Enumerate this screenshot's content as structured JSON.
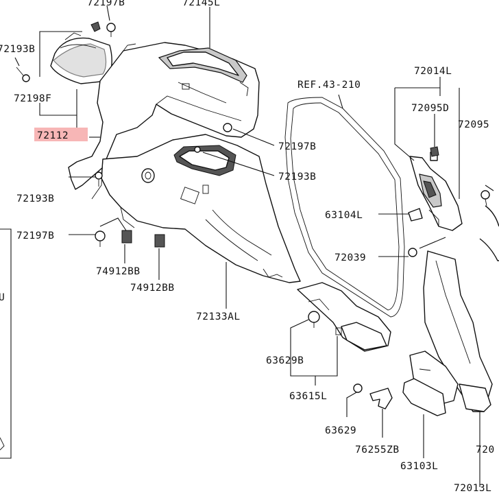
{
  "colors": {
    "highlight": "#f7b6b6",
    "ink": "#111111",
    "paper": "#ffffff"
  },
  "labels": {
    "p72197b_top": "72197B",
    "p72145l": "72145L",
    "p72193b_left": "72193B",
    "p72198f": "72198F",
    "p72112": "72112",
    "ref43_210": "REF.43-210",
    "p72014l": "72014L",
    "p72095d": "72095D",
    "p72095_right": "72095",
    "p72197b_mid": "72197B",
    "p72193b_mid": "72193B",
    "p72193b_low": "72193B",
    "p72197b_low": "72197B",
    "p63104l": "63104L",
    "p72039": "72039",
    "p74912bb_a": "74912BB",
    "p74912bb_b": "74912BB",
    "p72133al": "72133AL",
    "p63629b": "63629B",
    "p63615l": "63615L",
    "p63629": "63629",
    "p76255zb": "76255ZB",
    "p63103l": "63103L",
    "p720_right": "720",
    "p72013l": "72013L",
    "inset_u": "U"
  }
}
